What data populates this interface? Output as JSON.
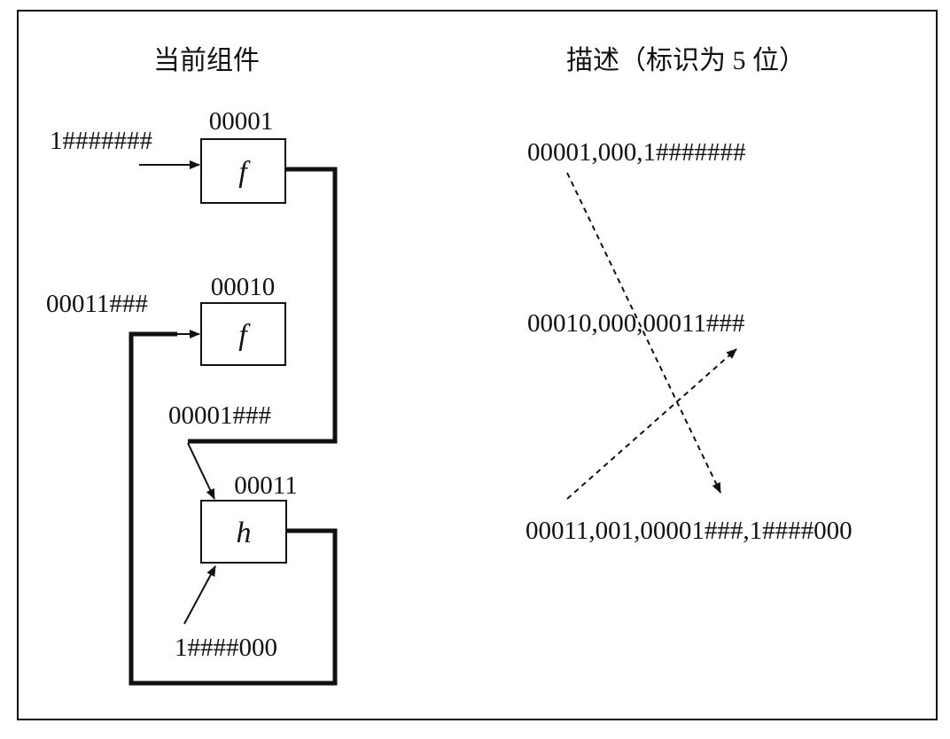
{
  "headers": {
    "left": "当前组件",
    "right": "描述（标识为 5 位）"
  },
  "components": [
    {
      "id": "00001",
      "symbol": "f",
      "input": "1#######"
    },
    {
      "id": "00010",
      "symbol": "f",
      "input": "00011###"
    },
    {
      "id": "00011",
      "symbol": "h",
      "input_a": "00001###",
      "input_b": "1####000"
    }
  ],
  "descriptions": [
    "00001,000,1#######",
    "00010,000,00011###",
    "00011,001,00001###,1####000"
  ],
  "colors": {
    "line": "#111111",
    "background": "#ffffff"
  }
}
